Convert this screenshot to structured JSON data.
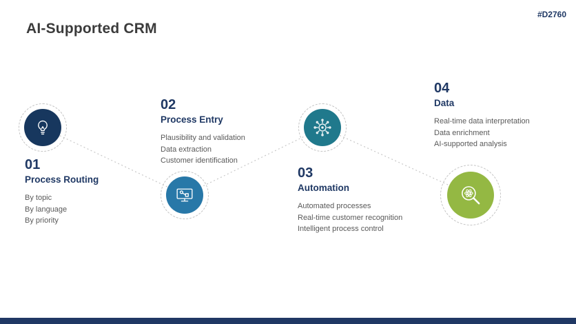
{
  "page": {
    "title": "AI-Supported CRM",
    "slide_id": "#D2760"
  },
  "steps": [
    {
      "number": "01",
      "title": "Process Routing",
      "icon": "lightbulb-icon",
      "color": "#17375e",
      "lines": [
        "By topic",
        "By language",
        "By priority"
      ]
    },
    {
      "number": "02",
      "title": "Process Entry",
      "icon": "monitor-workflow-icon",
      "color": "#2878a8",
      "lines": [
        "Plausibility and validation",
        "Data extraction",
        "Customer identification"
      ]
    },
    {
      "number": "03",
      "title": "Automation",
      "icon": "ai-gear-network-icon",
      "color": "#20798c",
      "lines": [
        "Automated processes",
        "Real-time customer recognition",
        "Intelligent process control"
      ]
    },
    {
      "number": "04",
      "title": "Data",
      "icon": "magnifier-atom-icon",
      "color": "#94b843",
      "lines": [
        "Real-time data interpretation",
        "Data enrichment",
        "AI-supported analysis"
      ]
    }
  ],
  "colors": {
    "heading": "#1f3864",
    "body_text": "#595959",
    "connector": "#c8c8c8",
    "ring_dotted": "#c2c2c2",
    "footer_bar": "#203864"
  }
}
